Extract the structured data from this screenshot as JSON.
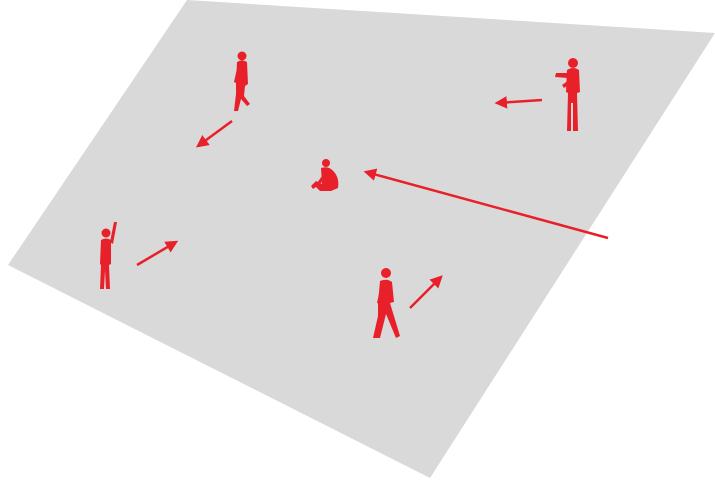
{
  "colors": {
    "background": "#ffffff",
    "ground_plane": "#d9d9d9",
    "figure": "#e8202a",
    "arrow": "#e8202a"
  },
  "plane": {
    "name": "ground-plane"
  },
  "figures": [
    {
      "name": "walking-person-figure",
      "icon": "person-walking-icon",
      "pose": "walking"
    },
    {
      "name": "standing-person-figure",
      "icon": "person-standing-icon",
      "pose": "standing-gesturing"
    },
    {
      "name": "seated-person-figure",
      "icon": "person-sitting-icon",
      "pose": "seated"
    },
    {
      "name": "waving-person-figure",
      "icon": "person-waving-icon",
      "pose": "standing-waving"
    },
    {
      "name": "striding-person-figure",
      "icon": "person-striding-icon",
      "pose": "walking"
    }
  ],
  "arrows": [
    {
      "name": "motion-arrow-walker",
      "icon": "arrow-icon",
      "direction": "down-left"
    },
    {
      "name": "motion-arrow-standing",
      "icon": "arrow-icon",
      "direction": "left"
    },
    {
      "name": "approach-arrow-long",
      "icon": "arrow-icon",
      "direction": "toward-seated-figure"
    },
    {
      "name": "motion-arrow-waver",
      "icon": "arrow-icon",
      "direction": "up-right"
    },
    {
      "name": "motion-arrow-striding",
      "icon": "arrow-icon",
      "direction": "up-right"
    }
  ]
}
